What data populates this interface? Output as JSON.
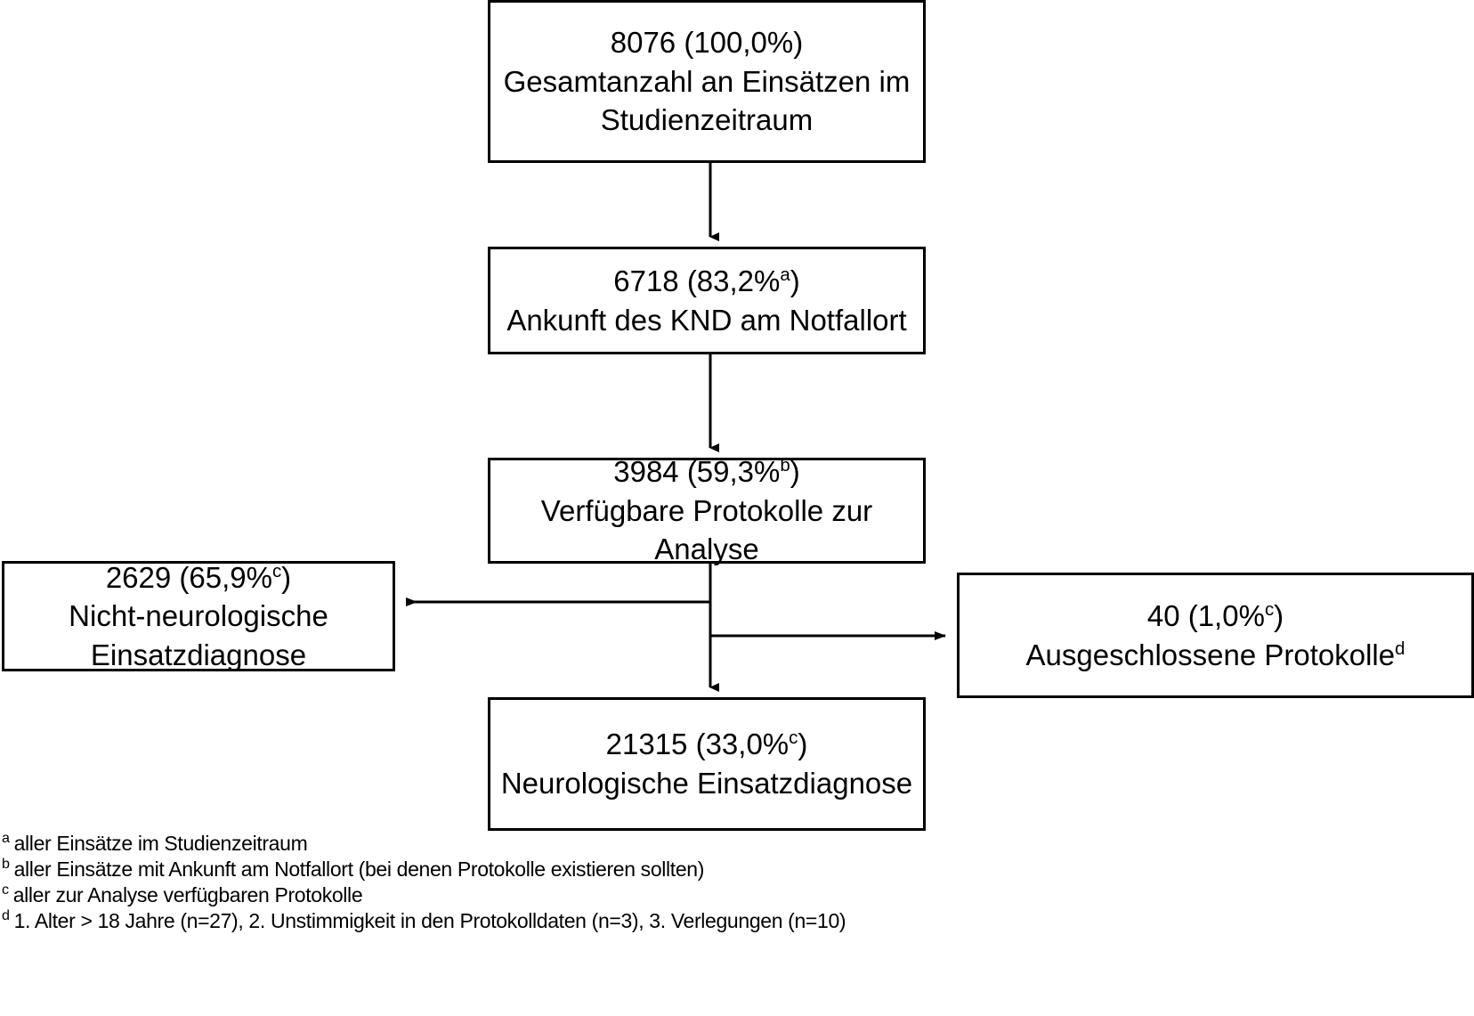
{
  "diagram": {
    "type": "flowchart",
    "title_visible": false,
    "nodes": [
      {
        "id": "total",
        "count_line": "8076 (100,0%)",
        "count_value": "8076",
        "percent": "100,0%",
        "footnote_ref": "",
        "description": "Gesamtanzahl an Einsätzen im\nStudienzeitraum"
      },
      {
        "id": "arrival",
        "count_line": "6718 (83,2%",
        "count_value": "6718",
        "percent": "83,2%",
        "footnote_ref": "a",
        "description": "Ankunft des KND am Notfallort"
      },
      {
        "id": "available",
        "count_line": "3984 (59,3%",
        "count_value": "3984",
        "percent": "59,3%",
        "footnote_ref": "b",
        "description": "Verfügbare Protokolle zur\nAnalyse"
      },
      {
        "id": "nonneuro",
        "count_line": "2629 (65,9%",
        "count_value": "2629",
        "percent": "65,9%",
        "footnote_ref": "c",
        "description": "Nicht-neurologische\nEinsatzdiagnose"
      },
      {
        "id": "excluded",
        "count_line": "40 (1,0%",
        "count_value": "40",
        "percent": "1,0%",
        "footnote_ref": "c",
        "description": "Ausgeschlossene Protokolle",
        "description_footnote_ref": "d"
      },
      {
        "id": "neuro",
        "count_line": "21315 (33,0%",
        "count_value": "21315",
        "percent": "33,0%",
        "footnote_ref": "c",
        "description": "Neurologische Einsatzdiagnose"
      }
    ],
    "edges": [
      {
        "from": "total",
        "to": "arrival",
        "direction": "down"
      },
      {
        "from": "arrival",
        "to": "available",
        "direction": "down"
      },
      {
        "from": "available",
        "to": "nonneuro",
        "direction": "left"
      },
      {
        "from": "available",
        "to": "excluded",
        "direction": "right"
      },
      {
        "from": "available",
        "to": "neuro",
        "direction": "down"
      }
    ],
    "stroke_color": "#000000",
    "background_color": "#ffffff"
  },
  "footnotes": [
    {
      "mark": "a",
      "text": "aller Einsätze im Studienzeitraum"
    },
    {
      "mark": "b",
      "text": "aller Einsätze mit Ankunft am Notfallort (bei denen Protokolle existieren sollten)"
    },
    {
      "mark": "c",
      "text": "aller zur Analyse verfügbaren Protokolle"
    },
    {
      "mark": "d",
      "text": "1. Alter > 18 Jahre (n=27), 2. Unstimmigkeit in den Protokolldaten (n=3), 3. Verlegungen (n=10)"
    }
  ]
}
